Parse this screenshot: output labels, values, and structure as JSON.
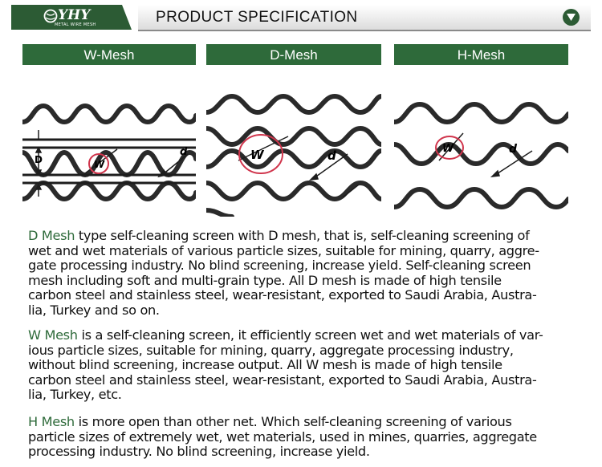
{
  "header": {
    "logo_text": "YHY",
    "logo_subtext": "METAL WIRE MESH",
    "title": "PRODUCT SPECIFICATION",
    "chevron_icon": "chevron-down-icon",
    "brand_color": "#2c5b34"
  },
  "tabs": [
    {
      "label": "W-Mesh"
    },
    {
      "label": "D-Mesh"
    },
    {
      "label": "H-Mesh"
    }
  ],
  "diagrams": {
    "w": {
      "label_D": "D",
      "label_W": "W",
      "label_d": "d"
    },
    "d": {
      "label_W": "W",
      "label_d": "d"
    },
    "h": {
      "label_W": "W",
      "label_d": "d"
    }
  },
  "paragraphs": [
    {
      "term": "D Mesh",
      "lines": [
        " type self-cleaning screen with D mesh, that is, self-cleaning screening of",
        "wet and wet materials of various particle sizes, suitable for mining, quarry, aggre-",
        "gate processing industry.  No blind screening, increase yield.  Self-cleaning screen",
        "mesh including soft and multi-grain type.  All D mesh is made of high tensile",
        "carbon steel and stainless steel, wear-resistant, exported to Saudi Arabia, Austra-",
        "lia, Turkey and so on."
      ]
    },
    {
      "term": "W Mesh",
      "lines": [
        " is a self-cleaning screen, it efficiently screen wet and wet materials of var-",
        "ious particle sizes, suitable for mining, quarry, aggregate processing industry,",
        "without blind screening, increase output.  All W mesh is made of high tensile",
        "carbon steel and stainless steel, wear-resistant, exported to Saudi Arabia, Austra-",
        "lia, Turkey, etc."
      ]
    },
    {
      "term": "H Mesh",
      "lines": [
        " is more open than other net.  Which self-cleaning screening of various",
        "particle sizes of extremely wet, wet materials, used in mines, quarries, aggregate",
        "processing industry.  No blind screening, increase yield."
      ]
    }
  ]
}
